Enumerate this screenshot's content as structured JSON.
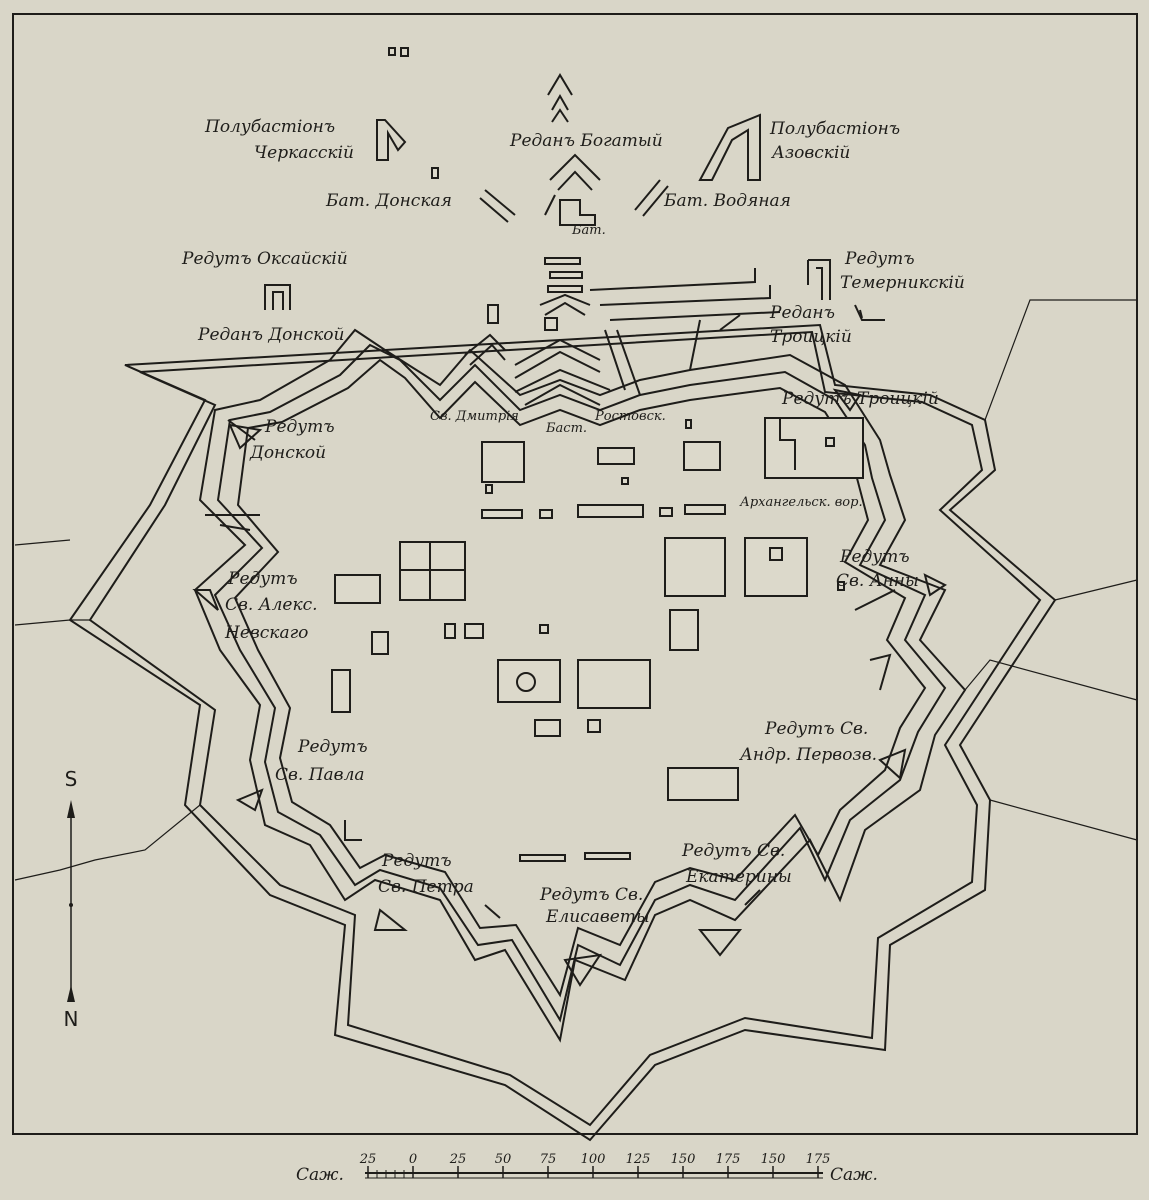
{
  "map": {
    "labels": {
      "polubastion_cherkassky_1": "Полубастіонъ",
      "polubastion_cherkassky_2": "Черкасскій",
      "redan_bogaty": "Реданъ Богатый",
      "polubastion_azovsky_1": "Полубастіонъ",
      "polubastion_azovsky_2": "Азовскій",
      "bat_donskaya": "Бат. Донская",
      "bat_vodyanaya": "Бат. Водяная",
      "bat": "Бат.",
      "redut_oksaysky": "Редутъ Оксайскій",
      "redut_temernik_1": "Редутъ",
      "redut_temernik_2": "Темерникскій",
      "redan_donskoy": "Реданъ Донской",
      "redan_troitsky_1": "Реданъ",
      "redan_troitsky_2": "Троицкій",
      "redut_troitsky": "Редутъ Троицкій",
      "redut_donskoy_1": "Редутъ",
      "redut_donskoy_2": "Донской",
      "bast_dmitriya": "Св. Дмитрія",
      "bast": "Баст.",
      "bast_rostovsk": "Ростовск.",
      "arkhangelsk": "Архангельск. вор.",
      "redut_anny_1": "Редутъ",
      "redut_anny_2": "Св. Анны",
      "redut_aleks_1": "Редутъ",
      "redut_aleks_2": "Св. Алекс.",
      "redut_aleks_3": "Невскаго",
      "redut_pavla_1": "Редутъ",
      "redut_pavla_2": "Св. Павла",
      "redut_andr_1": "Редутъ Св.",
      "redut_andr_2": "Андр. Первозв.",
      "redut_petra_1": "Редутъ",
      "redut_petra_2": "Св. Петра",
      "redut_ekat_1": "Редутъ Св.",
      "redut_ekat_2": "Екатерины",
      "redut_elis_1": "Редутъ Св.",
      "redut_elis_2": "Елисаветы"
    },
    "compass": {
      "top": "S",
      "bottom": "N"
    },
    "scale": {
      "unit_left": "Саж.",
      "unit_right": "Саж.",
      "ticks": [
        "25",
        "0",
        "25",
        "50",
        "75",
        "100",
        "125",
        "150",
        "175",
        "150",
        "175"
      ]
    }
  }
}
